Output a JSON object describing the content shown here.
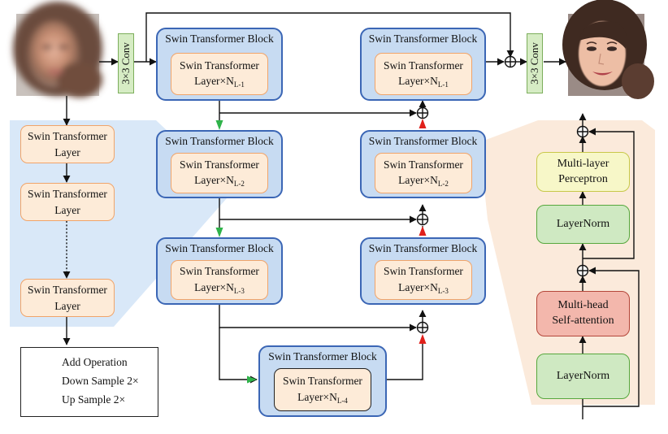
{
  "block_title": "Swin Transformer Block",
  "layer_name": "Swin Transformer",
  "layer_word": "Layer",
  "layer_times": "Layer×N",
  "subs": {
    "l1": "L-1",
    "l2": "L-2",
    "l3": "L-3",
    "l4": "L-4"
  },
  "conv_label": "3×3 Conv",
  "left_panel": {
    "line1": "Swin Transformer",
    "line2": "Layer"
  },
  "right_panel": {
    "mlp": [
      "Multi-layer",
      "Perceptron"
    ],
    "norm": "LayerNorm",
    "attn": [
      "Multi-head",
      "Self-attention"
    ]
  },
  "legend": {
    "add": "Add Operation",
    "down": "Down Sample 2×",
    "up": "Up Sample 2×"
  },
  "colors": {
    "block_fill": "#c7dbf2",
    "block_border": "#3b66b5",
    "layer_fill": "#fdebd8",
    "layer_border": "#f0a46a",
    "down_arrow": "#2fb34a",
    "up_arrow": "#e0201b",
    "panel_left": "#d9e8f8",
    "panel_right": "#fbeadb"
  }
}
